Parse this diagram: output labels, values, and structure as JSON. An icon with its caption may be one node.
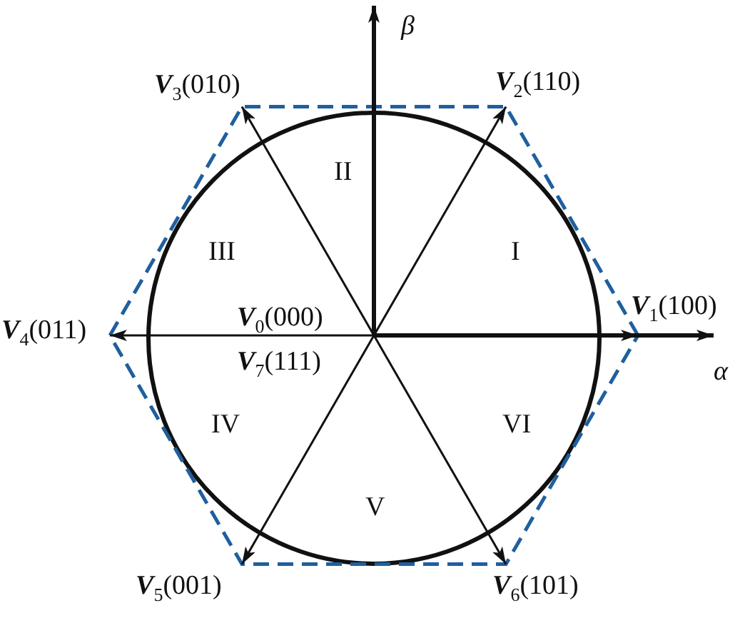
{
  "diagram": {
    "nodes": [
      {
        "text": [
          "**V**$_{0}$(000)",
          "**V**$_{7}$(111)"
        ]
      },
      {
        "text": [
          "**V**$_{1}$(100)"
        ]
      },
      {
        "text": [
          "**V**$_{2}$(110)"
        ]
      },
      {
        "text": [
          "**V**$_{3}$(010)"
        ]
      },
      {
        "text": [
          "**V**$_{4}$(011)"
        ]
      },
      {
        "text": [
          "**V**$_{5}$(001)"
        ]
      },
      {
        "text": [
          "**V**$_{6}$(101)"
        ]
      }
    ],
    "edges": [
      {
        "from": 0,
        "to": 1,
        "arrow": "to"
      },
      {
        "from": 0,
        "to": 2,
        "arrow": "to"
      },
      {
        "from": 0,
        "to": 3,
        "arrow": "to"
      },
      {
        "from": 0,
        "to": 4,
        "arrow": "to"
      },
      {
        "from": 0,
        "to": 5,
        "arrow": "to"
      },
      {
        "from": 0,
        "to": 6,
        "arrow": "to"
      }
    ],
    "labels": [
      "β",
      "II",
      "III",
      "I",
      "α",
      "IV",
      "VI",
      "V"
    ]
  }
}
